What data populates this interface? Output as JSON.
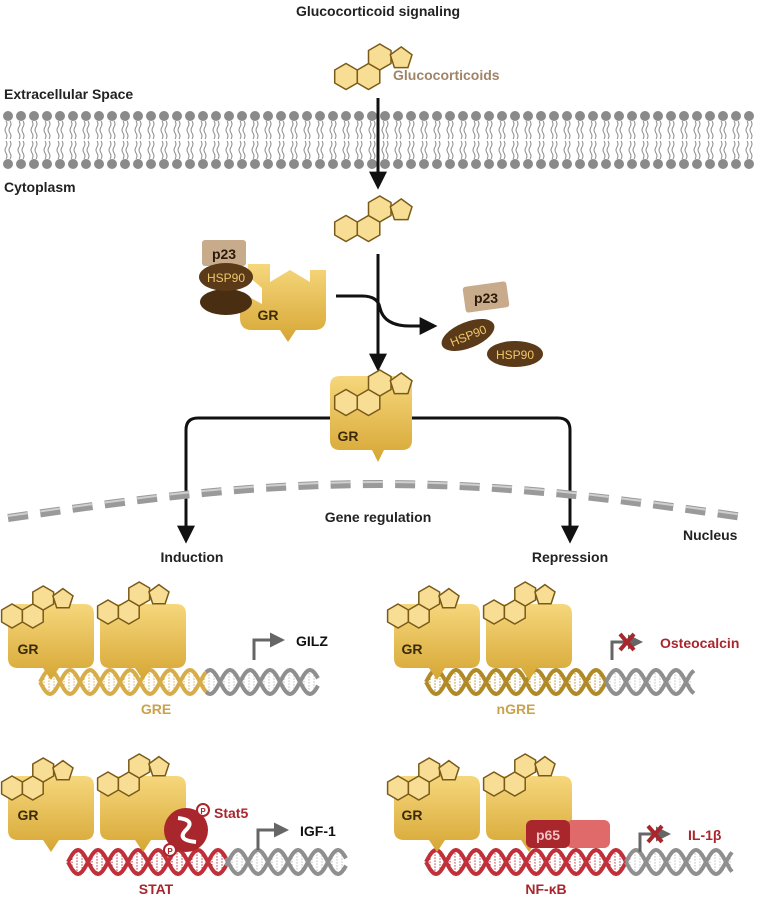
{
  "title": "Glucocorticoid signaling",
  "ligand_label": "Glucocorticoids",
  "compartments": {
    "extracellular": "Extracellular Space",
    "cytoplasm": "Cytoplasm",
    "nucleus": "Nucleus"
  },
  "complex": {
    "cochaperone": "p23",
    "chaperone": "HSP90",
    "receptor": "GR"
  },
  "released": {
    "p23": "p23",
    "hsp90_a": "HSP90",
    "hsp90_b": "HSP90"
  },
  "active_receptor": "GR",
  "gene_regulation": "Gene regulation",
  "branches": {
    "left": "Induction",
    "right": "Repression"
  },
  "panels": {
    "gre": {
      "receptor_a": "GR",
      "gene": "GILZ",
      "element": "GRE"
    },
    "stat": {
      "receptor_a": "GR",
      "factor": "Stat5",
      "phospho": "P",
      "gene": "IGF-1",
      "element": "STAT"
    },
    "ngre": {
      "receptor_a": "GR",
      "gene": "Osteocalcin",
      "element": "nGRE"
    },
    "nfkb": {
      "receptor_a": "GR",
      "factor": "p65",
      "gene": "IL-1β",
      "element": "NF-κB"
    }
  },
  "colors": {
    "gold": "#e8bf50",
    "gold_dark": "#b08a26",
    "hex_fill": "#f8de94",
    "hex_stroke": "#7a5a18",
    "ligand_text": "#a08468",
    "p23_fill": "#c8ab8a",
    "hsp90": "#5a3a18",
    "hsp90_text": "#f1c86a",
    "membrane": "#8a8a8a",
    "red": "#a8262c",
    "red_light": "#e06a6a",
    "dna_grey": "#8f8f8f"
  }
}
